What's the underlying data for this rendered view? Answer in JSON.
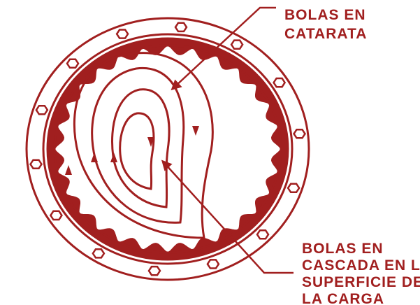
{
  "colors": {
    "ink": "#a11f1f",
    "background": "#ffffff"
  },
  "labels": {
    "cataract": [
      "BOLAS EN",
      "CATARATA"
    ],
    "cascade": [
      "BOLAS EN",
      "CASCADA EN LA",
      "SUPERFICIE DE",
      "LA CARGA"
    ]
  }
}
